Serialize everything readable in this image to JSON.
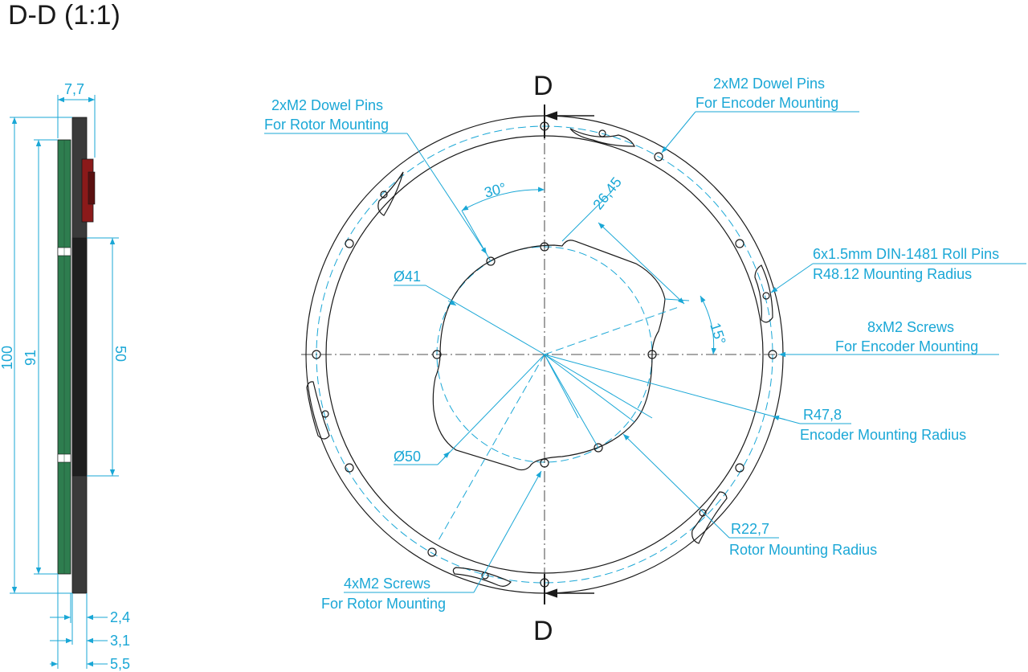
{
  "title": "D-D (1:1)",
  "section_marks": {
    "top": "D",
    "bottom": "D"
  },
  "side_view": {
    "dims": {
      "width_top": "7,7",
      "h100": "100",
      "h91": "91",
      "h50": "50",
      "t1": "2,4",
      "t2": "3,1",
      "t3": "5,5"
    }
  },
  "front_view": {
    "angle30": "30°",
    "angle15": "15°",
    "dim2645": "26,45",
    "d41": "Ø41",
    "d50": "Ø50"
  },
  "callouts": {
    "dowel_rotor": {
      "line1": "2xM2 Dowel Pins",
      "line2": "For Rotor Mounting"
    },
    "dowel_encoder": {
      "line1": "2xM2 Dowel Pins",
      "line2": "For Encoder Mounting"
    },
    "roll_pins": {
      "line1": "6x1.5mm DIN-1481 Roll Pins",
      "line2": "R48.12 Mounting Radius"
    },
    "screws_encoder": {
      "line1": "8xM2 Screws",
      "line2": "For Encoder Mounting"
    },
    "r478": {
      "line1": "R47,8",
      "line2": "Encoder Mounting Radius"
    },
    "r227": {
      "line1": "R22,7",
      "line2": "Rotor Mounting Radius"
    },
    "screws_rotor": {
      "line1": "4xM2 Screws",
      "line2": "For Rotor Mounting"
    }
  },
  "colors": {
    "dimension": "#1aa7d6",
    "outline": "#1a1a1a",
    "part_green": "#2e7d4f",
    "part_dark": "#3a3a3a",
    "part_red": "#8b1a1a"
  }
}
